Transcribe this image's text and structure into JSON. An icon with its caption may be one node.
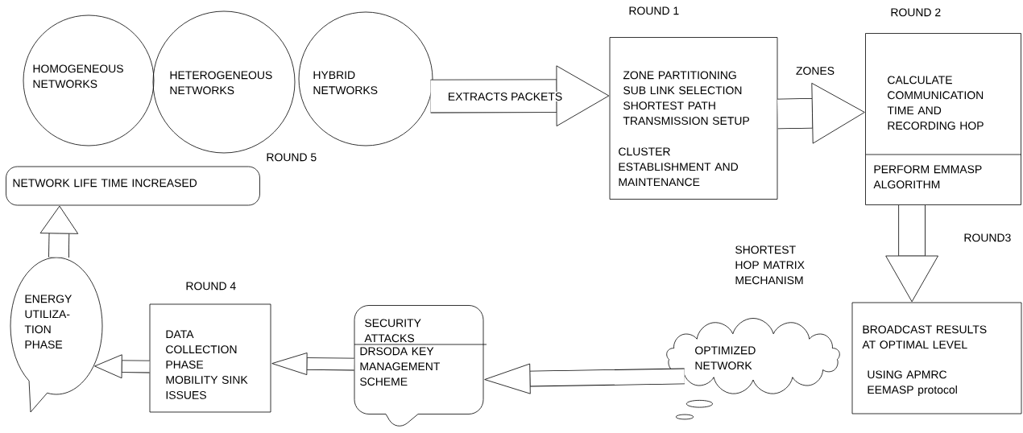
{
  "diagram": {
    "nodes": [
      {
        "text": [
          "HOMOGENEOUS NETWORKS"
        ]
      },
      {
        "text": [
          "HETEROGENEOUS NETWORKS"
        ]
      },
      {
        "text": [
          "HYBRID NETWORKS"
        ]
      },
      {
        "text": [
          "ZONE PARTITIONING SUB LINK SELECTION SHORTEST PATH TRANSMISSION SETUP",
          "CLUSTER ESTABLISHMENT AND MAINTENANCE"
        ],
        "beside": [
          "ROUND 1"
        ]
      },
      {
        "text": [
          "CALCULATE COMMUNICATION TIME AND RECORDING HOP",
          "PERFORM EMMASP ALGORITHM"
        ],
        "beside": [
          "ROUND 2"
        ]
      },
      {
        "text": [
          "BROADCAST  RESULTS AT OPTIMAL LEVEL",
          "USING APMRC EEMASP protocol"
        ]
      },
      {
        "text": [
          "OPTIMIZED NETWORK"
        ]
      },
      {
        "text": [
          "SECURITY ATTACKS",
          "DRSODA KEY MANAGEMENT SCHEME"
        ]
      },
      {
        "text": [
          "DATA COLLECTION PHASE MOBILITY SINK ISSUES"
        ],
        "beside": [
          "ROUND 4"
        ]
      },
      {
        "text": [
          "ENERGY UTILIZA- TION PHASE"
        ]
      },
      {
        "text": [
          "NETWORK LIFE TIME INCREASED"
        ]
      }
    ],
    "edges": [
      {
        "from": 2,
        "to": 3,
        "arrow": "to",
        "label": "EXTRACTS PACKETS"
      },
      {
        "from": 3,
        "to": 4,
        "arrow": "to",
        "label": "ZONES"
      },
      {
        "from": 4,
        "to": 5,
        "arrow": "to"
      },
      {
        "from": 6,
        "to": 7,
        "arrow": "to"
      },
      {
        "from": 7,
        "to": 8,
        "arrow": "to"
      },
      {
        "from": 8,
        "to": 9,
        "arrow": "to"
      },
      {
        "from": 9,
        "to": 10,
        "arrow": "to"
      }
    ],
    "labels": [
      "ROUND 5",
      "ROUND3",
      "SHORTEST HOP MATRIX MECHANISM"
    ]
  }
}
